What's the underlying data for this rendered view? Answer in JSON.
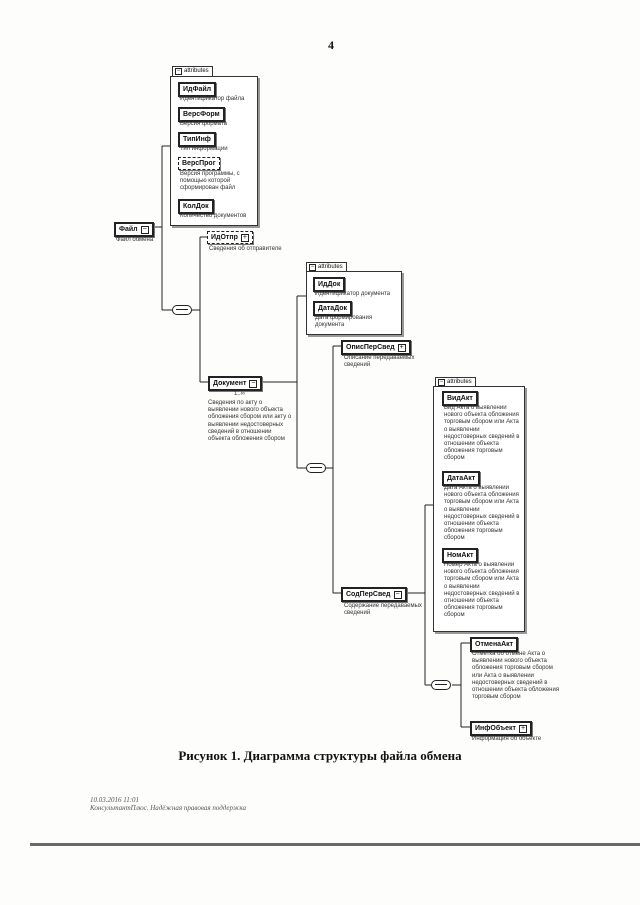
{
  "page": {
    "number": "4"
  },
  "caption": "Рисунок 1. Диаграмма структуры файла обмена",
  "stamp": {
    "line1": "10.03.2016 11:01",
    "line2": "КонсультантПлюс. Надёжная правовая поддержка"
  },
  "root": {
    "name": "Файл",
    "desc": "Файл обмена"
  },
  "attr_label": "attributes",
  "file_attrs": [
    {
      "name": "ИдФайл",
      "desc": "Идентификатор файла"
    },
    {
      "name": "ВерсФорм",
      "desc": "Версия формата"
    },
    {
      "name": "ТипИнф",
      "desc": "Тип информации"
    },
    {
      "name": "ВерсПрог",
      "desc": "Версия программы, с помощью которой сформирован файл"
    },
    {
      "name": "КолДок",
      "desc": "Количество документов"
    }
  ],
  "sender": {
    "name": "ИдОтпр",
    "desc": "Сведения об отправителе"
  },
  "document": {
    "name": "Документ",
    "card": "1..∞",
    "desc": "Сведения по акту о выявлении нового объекта обложения сбором или акту о выявлении недостоверных сведений в отношении объекта обложения сбором"
  },
  "doc_attrs": [
    {
      "name": "ИдДок",
      "desc": "Идентификатор документа"
    },
    {
      "name": "ДатаДок",
      "desc": "Дата формирования документа"
    }
  ],
  "opis": {
    "name": "ОписПерСвед",
    "desc": "Описание передаваемых сведений"
  },
  "sod": {
    "name": "СодПерСвед",
    "desc": "Содержание передаваемых сведений"
  },
  "sod_attrs": [
    {
      "name": "ВидАкт",
      "desc": "Вид Акта о выявлении нового объекта обложения торговым сбором или Акта о выявлении недостоверных сведений в отношении объекта обложения торговым сбором"
    },
    {
      "name": "ДатаАкт",
      "desc": "Дата Акта о выявлении нового объекта обложения торговым сбором или Акта о выявлении недостоверных сведений в отношении объекта обложения торговым сбором"
    },
    {
      "name": "НомАкт",
      "desc": "Номер Акта о выявлении нового объекта обложения торговым сбором или Акта о выявлении недостоверных сведений в отношении объекта обложения торговым сбором"
    }
  ],
  "otmena": {
    "name": "ОтменаАкт",
    "desc": "Отметка об отмене Акта о выявлении нового объекта обложения торговым сбором или Акта о выявлении недостоверных сведений в отношении объекта обложения торговым сбором"
  },
  "infobj": {
    "name": "ИнфОбъект",
    "desc": "Информация об объекте"
  }
}
